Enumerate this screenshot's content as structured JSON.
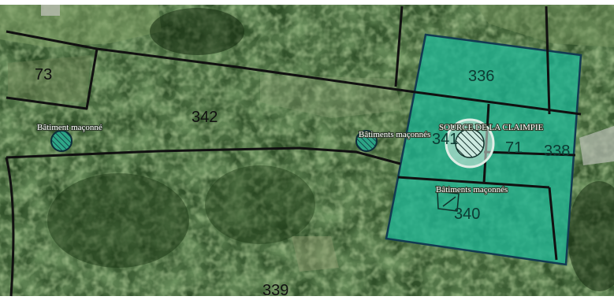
{
  "map": {
    "parcels": [
      {
        "id": "p73",
        "number": "73"
      },
      {
        "id": "p342",
        "number": "342"
      },
      {
        "id": "p336",
        "number": "336"
      },
      {
        "id": "p341",
        "number": "341"
      },
      {
        "id": "p71",
        "number": "71"
      },
      {
        "id": "p338",
        "number": "338"
      },
      {
        "id": "p340",
        "number": "340"
      },
      {
        "id": "p339",
        "number": "339"
      }
    ],
    "features": [
      {
        "id": "batiment-1",
        "label": "Bâtiment maçonné"
      },
      {
        "id": "batiments-2",
        "label": "Bâtiments maçonnés"
      },
      {
        "id": "source",
        "label": "SOURCE DE LA CLAIMPIE"
      },
      {
        "id": "batiments-3",
        "label": "Bâtiments maçonnés"
      }
    ],
    "colors": {
      "protection_zone_fill": "#1fb594",
      "protection_zone_stroke": "#123b52",
      "parcel_line": "#111111",
      "vegetation_dark": "#1f3a1c",
      "vegetation_light": "#5d8a4a"
    }
  }
}
